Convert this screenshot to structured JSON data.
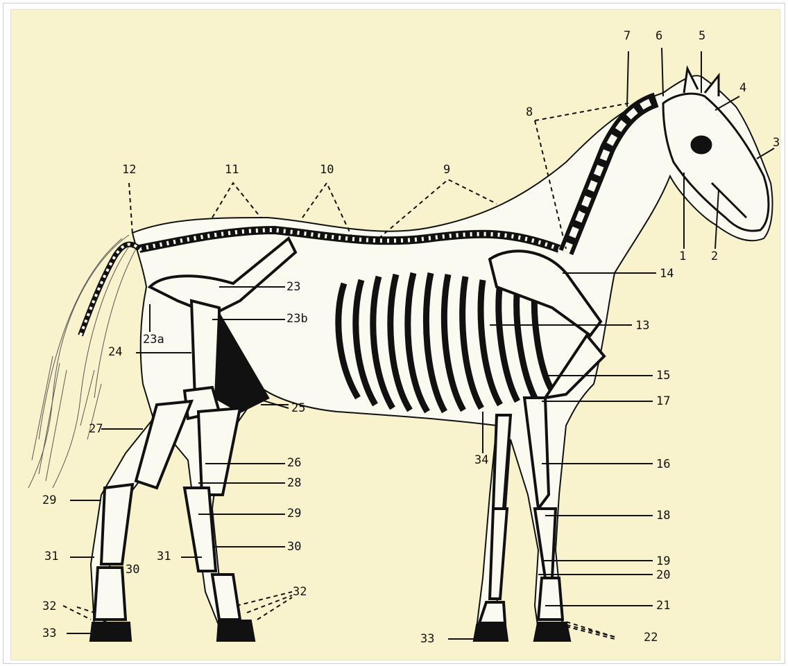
{
  "colors": {
    "paper": "#f8f3cc",
    "ink": "#111111",
    "silhouette": "#fbfaf0"
  },
  "labels": [
    {
      "id": "l1",
      "text": "1"
    },
    {
      "id": "l2",
      "text": "2"
    },
    {
      "id": "l3",
      "text": "3"
    },
    {
      "id": "l4",
      "text": "4"
    },
    {
      "id": "l5",
      "text": "5"
    },
    {
      "id": "l6",
      "text": "6"
    },
    {
      "id": "l7",
      "text": "7"
    },
    {
      "id": "l8",
      "text": "8"
    },
    {
      "id": "l9",
      "text": "9"
    },
    {
      "id": "l10",
      "text": "10"
    },
    {
      "id": "l11",
      "text": "11"
    },
    {
      "id": "l12",
      "text": "12"
    },
    {
      "id": "l13",
      "text": "13"
    },
    {
      "id": "l14",
      "text": "14"
    },
    {
      "id": "l15",
      "text": "15"
    },
    {
      "id": "l16",
      "text": "16"
    },
    {
      "id": "l17",
      "text": "17"
    },
    {
      "id": "l18",
      "text": "18"
    },
    {
      "id": "l19",
      "text": "19"
    },
    {
      "id": "l20",
      "text": "20"
    },
    {
      "id": "l21",
      "text": "21"
    },
    {
      "id": "l22",
      "text": "22"
    },
    {
      "id": "l23",
      "text": "23"
    },
    {
      "id": "l23a",
      "text": "23a"
    },
    {
      "id": "l23b",
      "text": "23b"
    },
    {
      "id": "l24",
      "text": "24"
    },
    {
      "id": "l25",
      "text": "25"
    },
    {
      "id": "l26",
      "text": "26"
    },
    {
      "id": "l27",
      "text": "27"
    },
    {
      "id": "l28",
      "text": "28"
    },
    {
      "id": "l29a",
      "text": "29"
    },
    {
      "id": "l29b",
      "text": "29"
    },
    {
      "id": "l30a",
      "text": "30"
    },
    {
      "id": "l30b",
      "text": "30"
    },
    {
      "id": "l31a",
      "text": "31"
    },
    {
      "id": "l31b",
      "text": "31"
    },
    {
      "id": "l32a",
      "text": "32"
    },
    {
      "id": "l32b",
      "text": "32"
    },
    {
      "id": "l33a",
      "text": "33"
    },
    {
      "id": "l33b",
      "text": "33"
    },
    {
      "id": "l34",
      "text": "34"
    }
  ]
}
